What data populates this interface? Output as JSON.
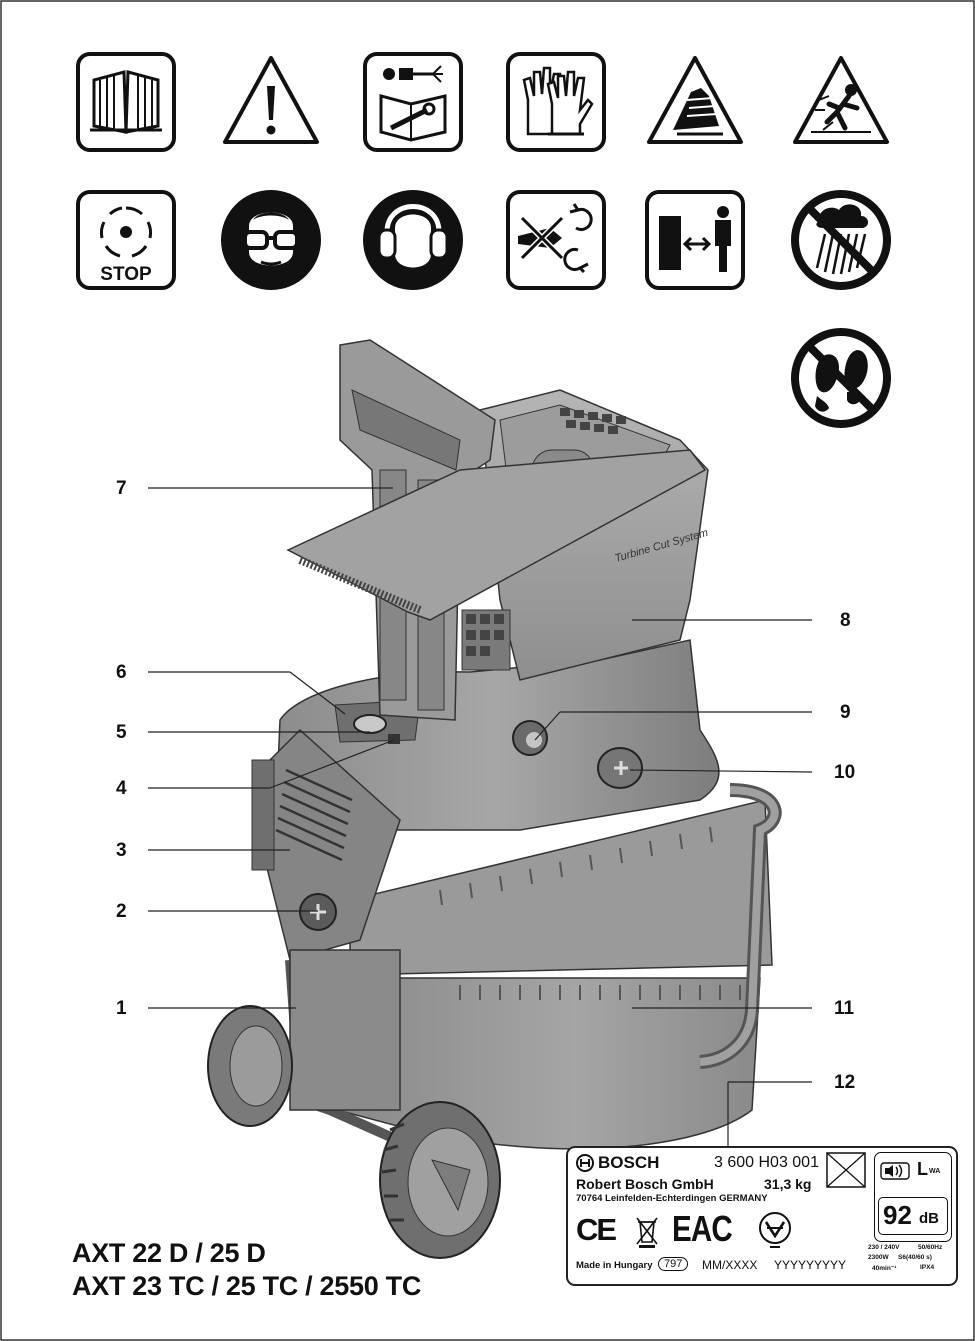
{
  "callouts": [
    "1",
    "2",
    "3",
    "4",
    "5",
    "6",
    "7",
    "8",
    "9",
    "10",
    "11",
    "12"
  ],
  "symbols_row1": [
    "read-manual-icon",
    "warning-triangle-icon",
    "unplug-before-maintenance-icon",
    "wear-gloves-icon",
    "hand-injury-warning-icon",
    "ejected-objects-warning-icon"
  ],
  "symbols_row2": [
    "blades-stop-icon",
    "wear-eye-protection-icon",
    "wear-ear-protection-icon",
    "hands-away-rotating-parts-icon",
    "keep-distance-icon",
    "no-rain-icon"
  ],
  "symbols_row3": [
    "do-not-step-icon"
  ],
  "product": {
    "hopper_text": "Turbine Cut System",
    "stop_label": "STOP"
  },
  "models": {
    "line1": "AXT 22 D / 25 D",
    "line2": "AXT 23 TC / 25 TC / 2550 TC"
  },
  "rating_plate": {
    "brand": "BOSCH",
    "part_number": "3 600 H03 001",
    "company": "Robert Bosch GmbH",
    "weight": "31,3 kg",
    "address": "70764 Leinfelden-Echterdingen GERMANY",
    "made_in": "Made in Hungary",
    "code": "797",
    "date": "MM/XXXX",
    "serial": "YYYYYYYYY",
    "noise_label": "L",
    "noise_sub": "WA",
    "noise_value": "92",
    "noise_unit": "dB",
    "ce_mark": "CE",
    "eac_mark": "EAC",
    "spec_voltage": "230 / 240V",
    "spec_freq": "50/60Hz",
    "spec_power": "2300W",
    "spec_duty": "S6(40/60 s)",
    "spec_speed": "40min⁻¹",
    "spec_ip": "IPX4"
  }
}
